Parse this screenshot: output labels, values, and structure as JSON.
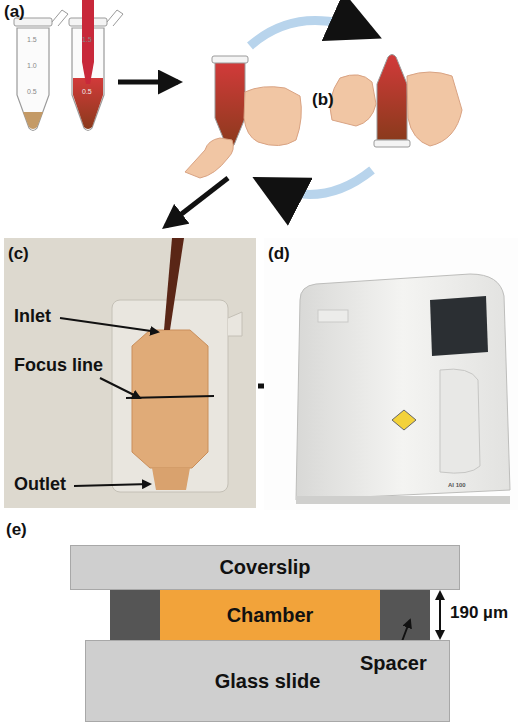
{
  "diagram": {
    "nodes": [
      {
        "text": [
          "Coverslip"
        ]
      },
      {
        "text": [
          "Chamber"
        ]
      },
      {
        "text": [
          "Glass slide"
        ]
      }
    ],
    "labels": [
      "(a)",
      "(b)",
      "(c)",
      "(d)",
      "(e)",
      "Inlet",
      "Focus line",
      "Outlet",
      "190 µm",
      "Spacer",
      "1.5",
      "1.0",
      "0.5",
      "1.5",
      "0.5",
      "AI 100"
    ]
  }
}
